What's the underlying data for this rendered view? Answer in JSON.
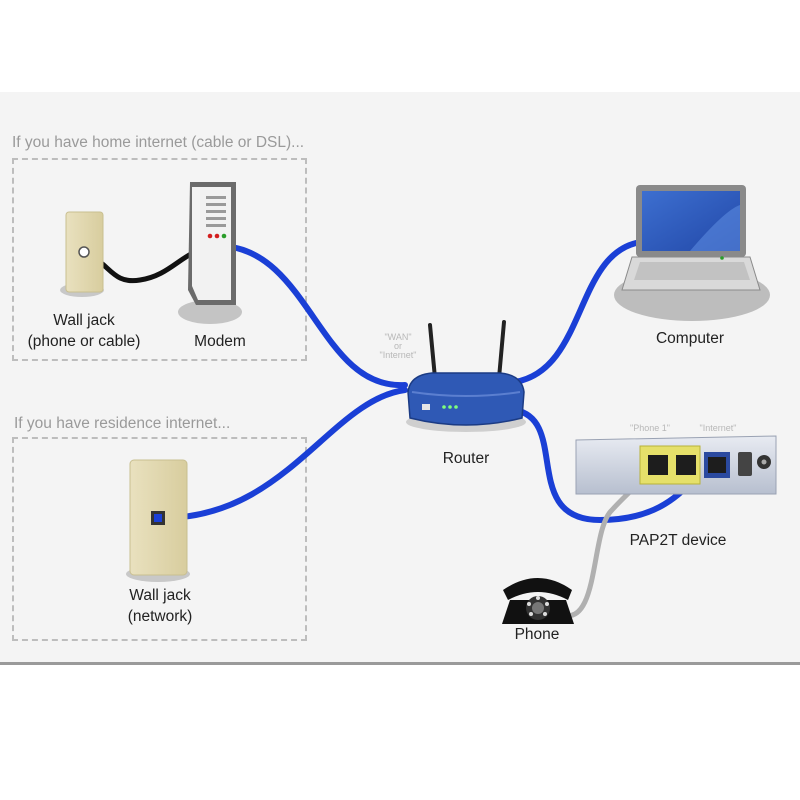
{
  "regions": {
    "home": {
      "title": "If you have home internet (cable or DSL)..."
    },
    "residence": {
      "title": "If you have residence internet..."
    }
  },
  "devices": {
    "wall_jack_phone": {
      "line1": "Wall jack",
      "line2": "(phone or cable)"
    },
    "modem": {
      "label": "Modem"
    },
    "router": {
      "label": "Router"
    },
    "computer": {
      "label": "Computer"
    },
    "pap2t": {
      "label": "PAP2T device"
    },
    "phone": {
      "label": "Phone"
    },
    "wall_jack_network": {
      "line1": "Wall jack",
      "line2": "(network)"
    }
  },
  "port_labels": {
    "wan_line1": "\"WAN\"",
    "wan_line2": "or",
    "wan_line3": "\"Internet\"",
    "phone1": "\"Phone 1\"",
    "internet": "\"Internet\""
  },
  "colors": {
    "network_cable": "#1a3fd6",
    "phone_cable_dark": "#111111",
    "phone_cable_gray": "#b0b0b0",
    "router_body": "#2f59b5",
    "dashed_border": "#bdbdbd",
    "region_title": "#9a9a9a"
  }
}
